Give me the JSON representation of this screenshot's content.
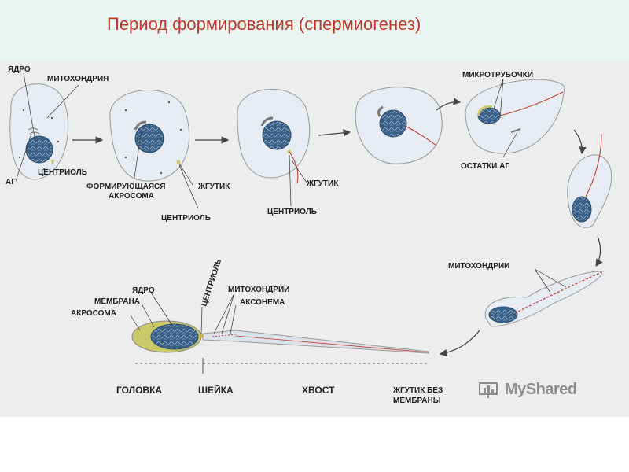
{
  "title": "Период формирования (спермиогенез)",
  "labels": {
    "nucleus_1": "ЯДРО",
    "mitochondrion_1": "МИТОХОНДРИЯ",
    "golgi_1": "АГ",
    "centriole_1": "ЦЕНТРИОЛЬ",
    "acrosome_forming_line1": "ФОРМИРУЮЩАЯСЯ",
    "acrosome_forming_line2": "АКРОСОМА",
    "flagellum_2": "ЖГУТИК",
    "centriole_2": "ЦЕНТРИОЛЬ",
    "flagellum_3": "ЖГУТИК",
    "centriole_3": "ЦЕНТРИОЛЬ",
    "microtubules": "МИКРОТРУБОЧКИ",
    "golgi_remnants": "ОСТАТКИ АГ",
    "mitochondria_6": "МИТОХОНДРИИ",
    "nucleus_final": "ЯДРО",
    "membrane": "МЕМБРАНА",
    "acrosome": "АКРОСОМА",
    "centriole_final": "ЦЕНТРИОЛЬ",
    "mitochondria_final": "МИТОХОНДРИИ",
    "axoneme": "АКСОНЕМА"
  },
  "segments": {
    "head": "ГОЛОВКА",
    "neck": "ШЕЙКА",
    "tail": "ХВОСТ",
    "flagellum_no_membrane_line1": "ЖГУТИК БЕЗ",
    "flagellum_no_membrane_line2": "МЕМБРАНЫ"
  },
  "watermark": "MyShared",
  "colors": {
    "title": "#c0392b",
    "cell_fill": "#e6ecf1",
    "nucleus": "#3a5f86",
    "flagellum": "#c0392b",
    "acrosome": "#c9c96a"
  }
}
